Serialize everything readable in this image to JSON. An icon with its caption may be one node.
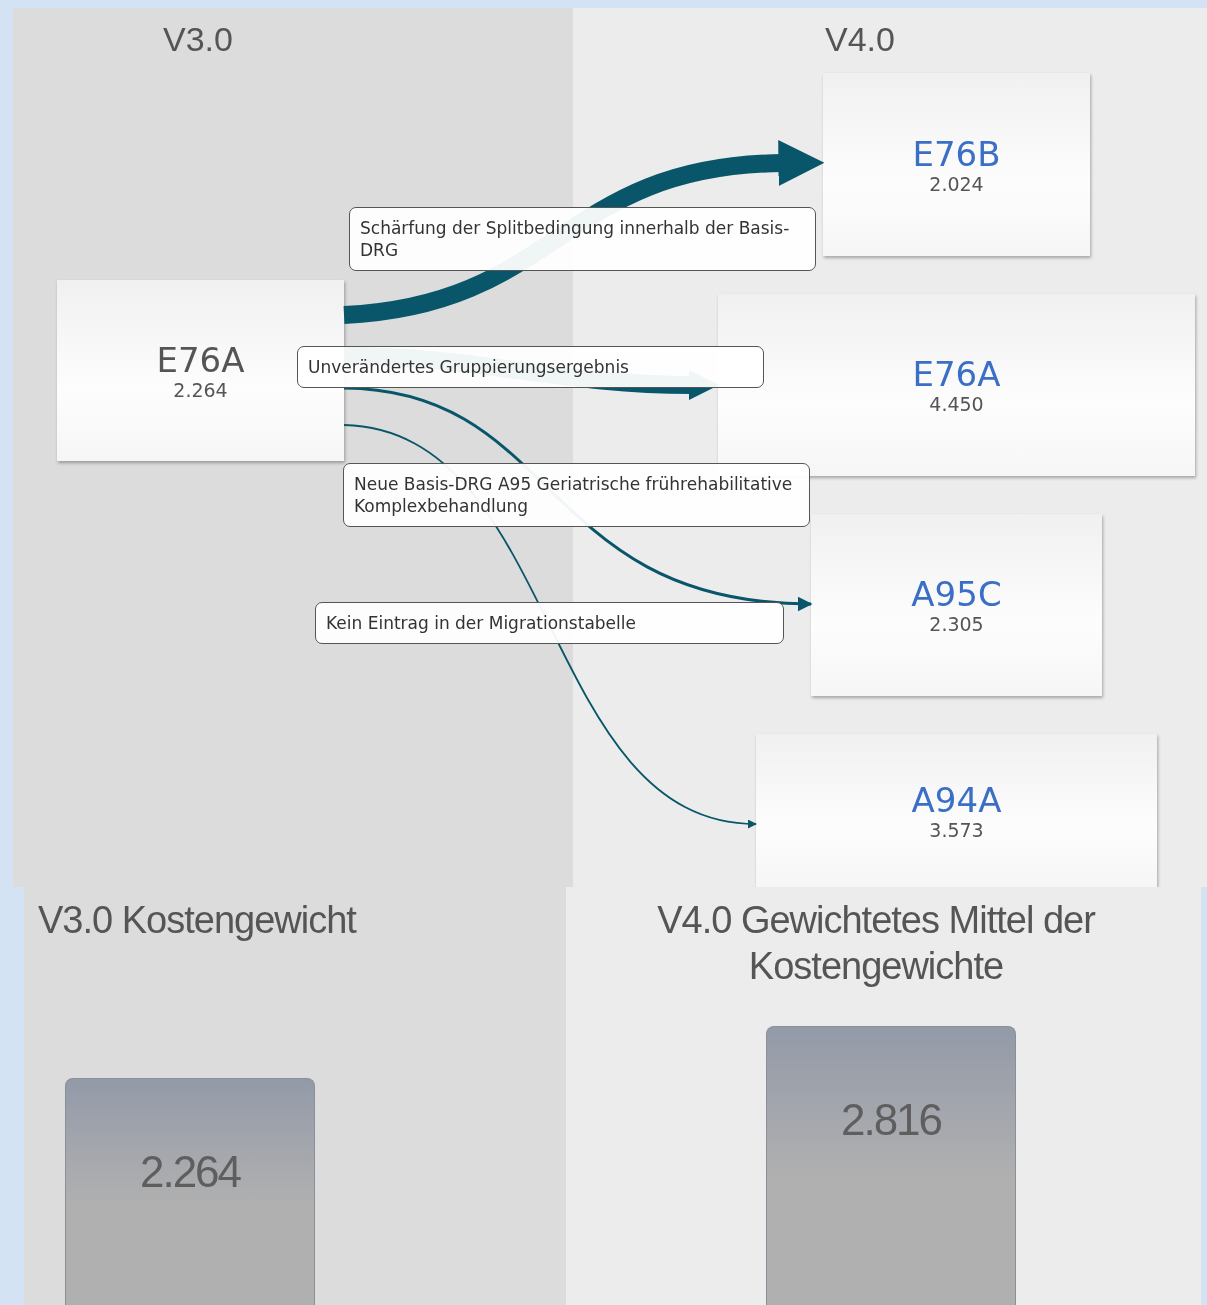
{
  "diagram": {
    "nodes": [
      {
        "text": [
          "V3.0"
        ]
      },
      {
        "text": [
          "E76A",
          "2.264"
        ],
        "in": 0
      },
      {
        "text": [
          "V4.0"
        ]
      },
      {
        "text": [
          "E76B",
          "2.024"
        ],
        "in": 2
      },
      {
        "text": [
          "E76A",
          "4.450"
        ],
        "in": 2
      },
      {
        "text": [
          "A95C",
          "2.305"
        ],
        "in": 2
      },
      {
        "text": [
          "A94A",
          "3.573"
        ],
        "in": 2
      },
      {
        "text": [
          "V3.0 Kostengewicht"
        ]
      },
      {
        "text": [
          "2.264"
        ],
        "in": 7
      },
      {
        "text": [
          "V4.0 Gewichtetes Mittel der Kostengewichte"
        ]
      },
      {
        "text": [
          "2.816"
        ],
        "in": 9
      }
    ],
    "edges": [
      {
        "from": 1,
        "to": 3,
        "arrow": "to",
        "label": "Schärfung der Splitbedingung innerhalb der Basis-DRG",
        "style": "thick"
      },
      {
        "from": 1,
        "to": 4,
        "arrow": "to",
        "label": "Unverändertes Gruppierungsergebnis",
        "style": "thick"
      },
      {
        "from": 1,
        "to": 5,
        "arrow": "to",
        "label": "Neue Basis-DRG A95 Geriatrische frührehabilitative Komplexbehandlung"
      },
      {
        "from": 1,
        "to": 6,
        "arrow": "to",
        "label": "Kein Eintrag in der Migrationstabelle"
      }
    ]
  }
}
